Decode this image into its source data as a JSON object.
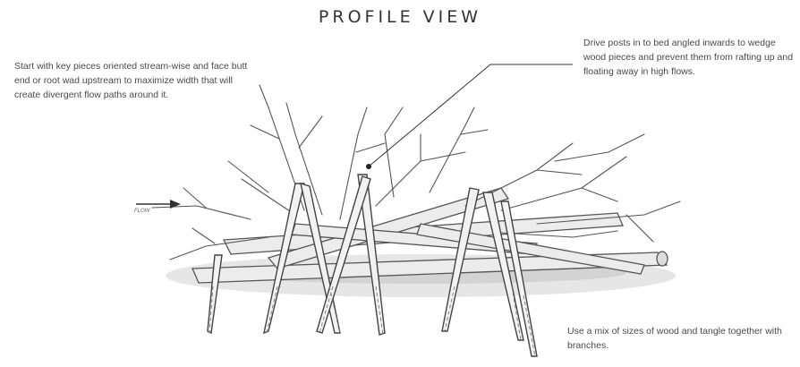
{
  "title": "PROFILE VIEW",
  "notes": {
    "left": "Start with key pieces oriented stream-wise and face butt end or root wad upstream to maximize width that will create divergent flow paths around it.",
    "right": "Drive posts in to bed angled inwards to wedge wood pieces and prevent them from rafting up and floating away in high flows.",
    "bottom": "Use a mix of sizes of wood and tangle together with branches."
  },
  "flow_label": "FLOW",
  "colors": {
    "ink": "#333333",
    "shadow": "#c9c9c9",
    "wood": "#e4e4e4"
  }
}
